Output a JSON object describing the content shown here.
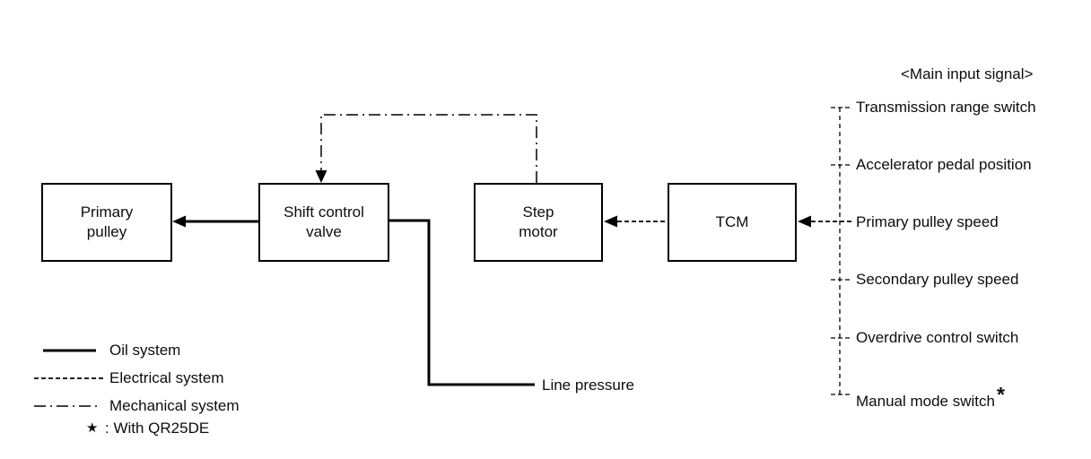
{
  "boxes": {
    "primary_pulley": "Primary\npulley",
    "shift_control_valve": "Shift control\nvalve",
    "step_motor": "Step\nmotor",
    "tcm": "TCM"
  },
  "main_input_signal": {
    "heading": "<Main input signal>",
    "items": [
      "Transmission range switch",
      "Accelerator pedal position",
      "Primary pulley speed",
      "Secondary pulley speed",
      "Overdrive control switch",
      "Manual mode switch"
    ],
    "asterisk": "*"
  },
  "labels": {
    "line_pressure": "Line pressure"
  },
  "legend": {
    "oil": "Oil system",
    "electrical": "Electrical system",
    "mechanical": "Mechanical system",
    "note_symbol": "★",
    "note_text": ": With QR25DE"
  },
  "colors": {
    "ink": "#000000",
    "background": "#ffffff"
  }
}
